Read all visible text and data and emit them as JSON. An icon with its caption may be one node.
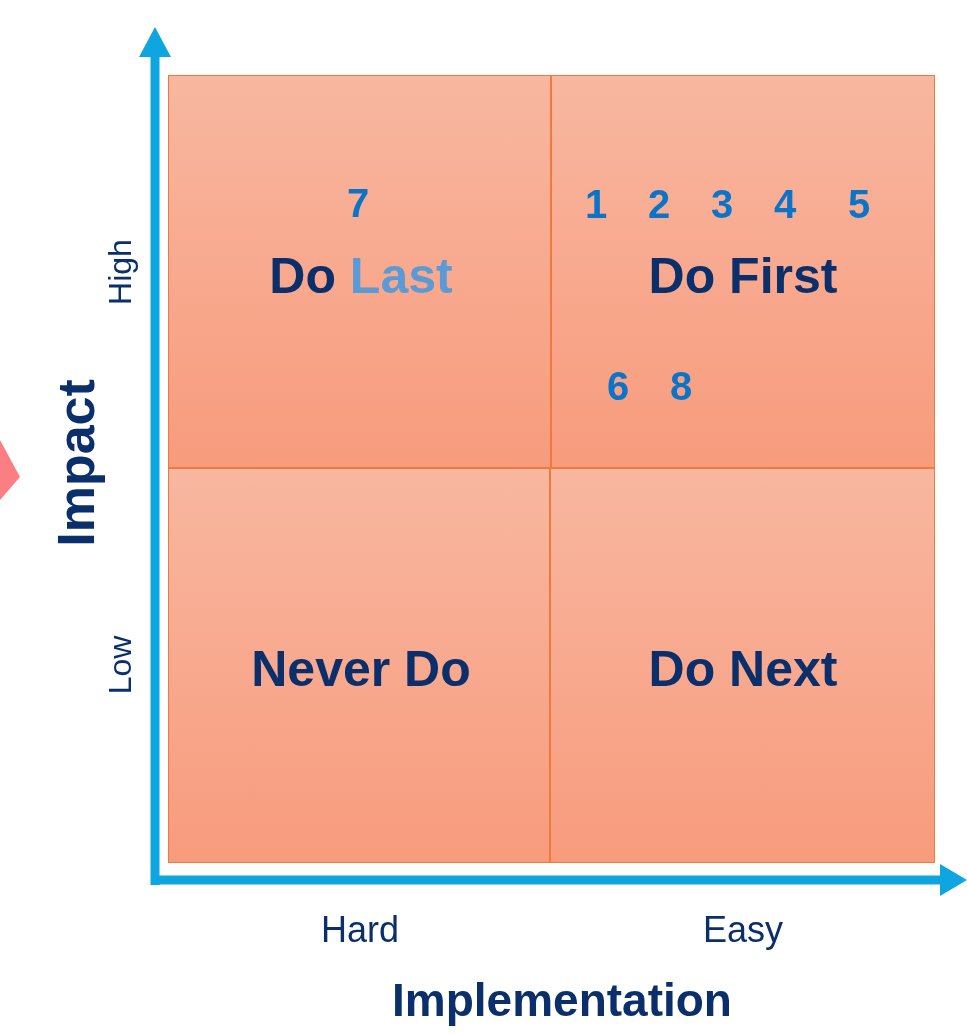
{
  "diagram": {
    "nodes": [
      {
        "text": [
          "7",
          "Do Last"
        ]
      },
      {
        "text": [
          "1",
          "2",
          "3",
          "4",
          "5",
          "Do First",
          "6",
          "8"
        ]
      },
      {
        "text": [
          "Never Do"
        ]
      },
      {
        "text": [
          "Do Next"
        ]
      }
    ],
    "labels": [
      "High",
      "Impact",
      "Low",
      "Hard",
      "Easy",
      "Implementation"
    ]
  }
}
